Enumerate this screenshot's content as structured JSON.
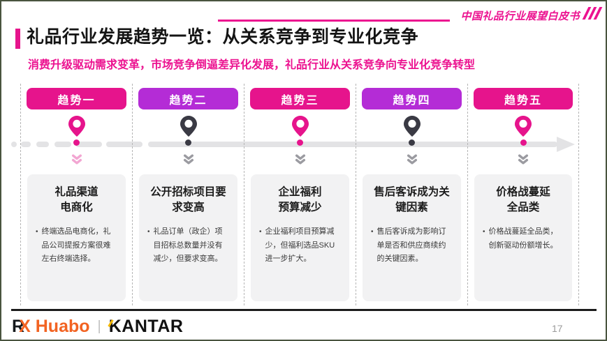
{
  "header": {
    "tagline": "中国礼品行业展望白皮书",
    "title": "礼品行业发展趋势一览：从关系竞争到专业化竞争",
    "subtitle": "消费升级驱动需求变革，市场竞争倒逼差异化发展，礼品行业从关系竞争向专业化竞争转型"
  },
  "colors": {
    "pink": "#E6148C",
    "purple": "#B42CD6",
    "dark_pin": "#3A3A44",
    "chevron_pink": "#F2A6D2",
    "chevron_gray": "#9B9BA1",
    "timeline_gray": "#E3E3E5",
    "card_bg": "#F2F2F3",
    "huabo_orange": "#F26322"
  },
  "ui": {
    "bullet": "•"
  },
  "trends": [
    {
      "label": "趋势一",
      "accent": "pink",
      "pin": "pink",
      "chevron": "pink",
      "card_title": "礼品渠道\n电商化",
      "card_body": "终端选品电商化，礼品公司提报方案很难左右终端选择。"
    },
    {
      "label": "趋势二",
      "accent": "purple",
      "pin": "dark",
      "chevron": "gray",
      "card_title": "公开招标项目要求变高",
      "card_body": "礼品订单（政企）项目招标总数量并没有减少，但要求变高。"
    },
    {
      "label": "趋势三",
      "accent": "pink",
      "pin": "pink",
      "chevron": "gray",
      "card_title": "企业福利\n预算减少",
      "card_body": "企业福利项目预算减少，但福利选品SKU进一步扩大。"
    },
    {
      "label": "趋势四",
      "accent": "purple",
      "pin": "dark",
      "chevron": "gray",
      "card_title": "售后客诉成为关键因素",
      "card_body": "售后客诉成为影响订单是否和供应商续约的关键因素。"
    },
    {
      "label": "趋势五",
      "accent": "pink",
      "pin": "pink",
      "chevron": "gray",
      "card_title": "价格战蔓延\n全品类",
      "card_body": "价格战蔓延全品类，创新驱动份额增长。"
    }
  ],
  "footer": {
    "logo_rx_r": "R",
    "logo_rx_x": "X",
    "logo_huabo": "Huabo",
    "logo_divider": "|",
    "logo_kantar": "KANTAR",
    "page_number": "17"
  }
}
